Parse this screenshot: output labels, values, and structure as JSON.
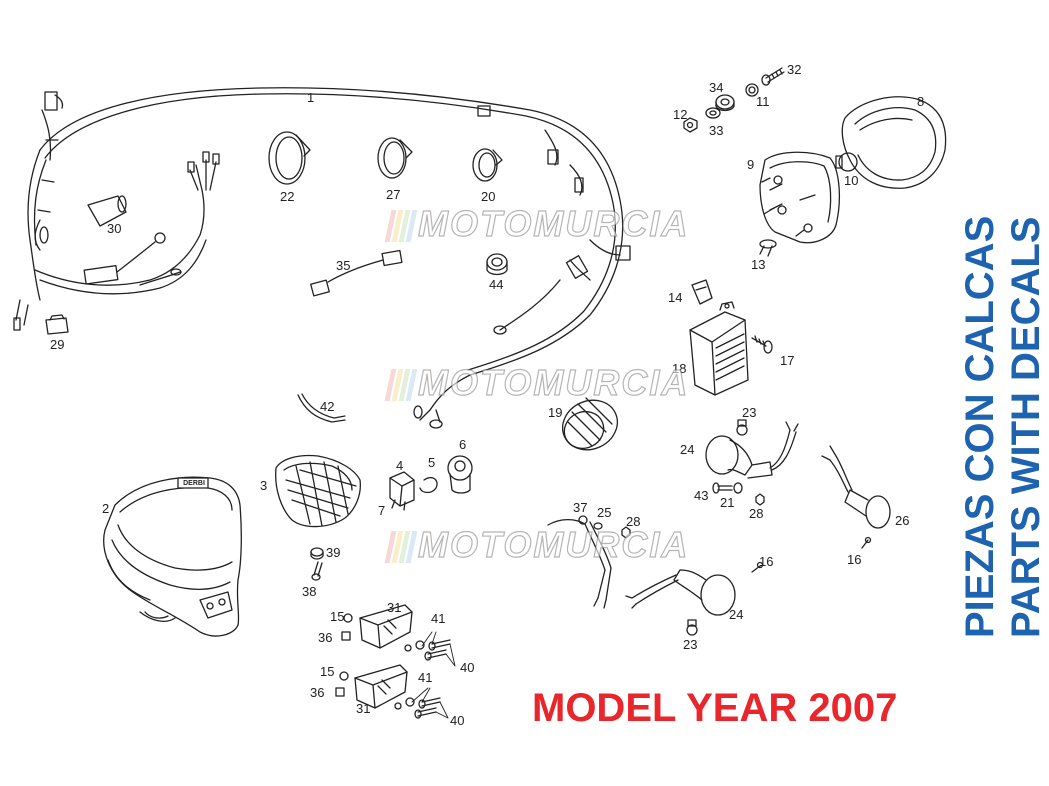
{
  "watermark": {
    "text": "MOTOMURCIA",
    "stripe_colors": [
      "#f2b8b8",
      "#f7e0a0",
      "#c9e6c0",
      "#bfd7ee"
    ]
  },
  "banner": {
    "model_year": "MODEL YEAR 2007",
    "color": "#e8262b"
  },
  "side_text": {
    "line1": "PIEZAS CON CALCAS",
    "line2": "PARTS WITH DECALS",
    "color": "#1e63b0"
  },
  "parts": {
    "p1": "1",
    "p2": "2",
    "p3": "3",
    "p4": "4",
    "p5": "5",
    "p6": "6",
    "p7": "7",
    "p8": "8",
    "p9": "9",
    "p10": "10",
    "p11": "11",
    "p12": "12",
    "p13": "13",
    "p14": "14",
    "p15a": "15",
    "p15b": "15",
    "p16a": "16",
    "p16b": "16",
    "p17": "17",
    "p18": "18",
    "p19": "19",
    "p20": "20",
    "p21": "21",
    "p22": "22",
    "p23a": "23",
    "p23b": "23",
    "p24a": "24",
    "p24b": "24",
    "p25": "25",
    "p26": "26",
    "p27": "27",
    "p28a": "28",
    "p28b": "28",
    "p29": "29",
    "p30": "30",
    "p31a": "31",
    "p31b": "31",
    "p32": "32",
    "p33": "33",
    "p34": "34",
    "p35": "35",
    "p36a": "36",
    "p36b": "36",
    "p37": "37",
    "p38": "38",
    "p39": "39",
    "p40a": "40",
    "p40b": "40",
    "p41a": "41",
    "p41b": "41",
    "p42": "42",
    "p43": "43",
    "p44": "44"
  },
  "headlight_logo": "DERBI"
}
